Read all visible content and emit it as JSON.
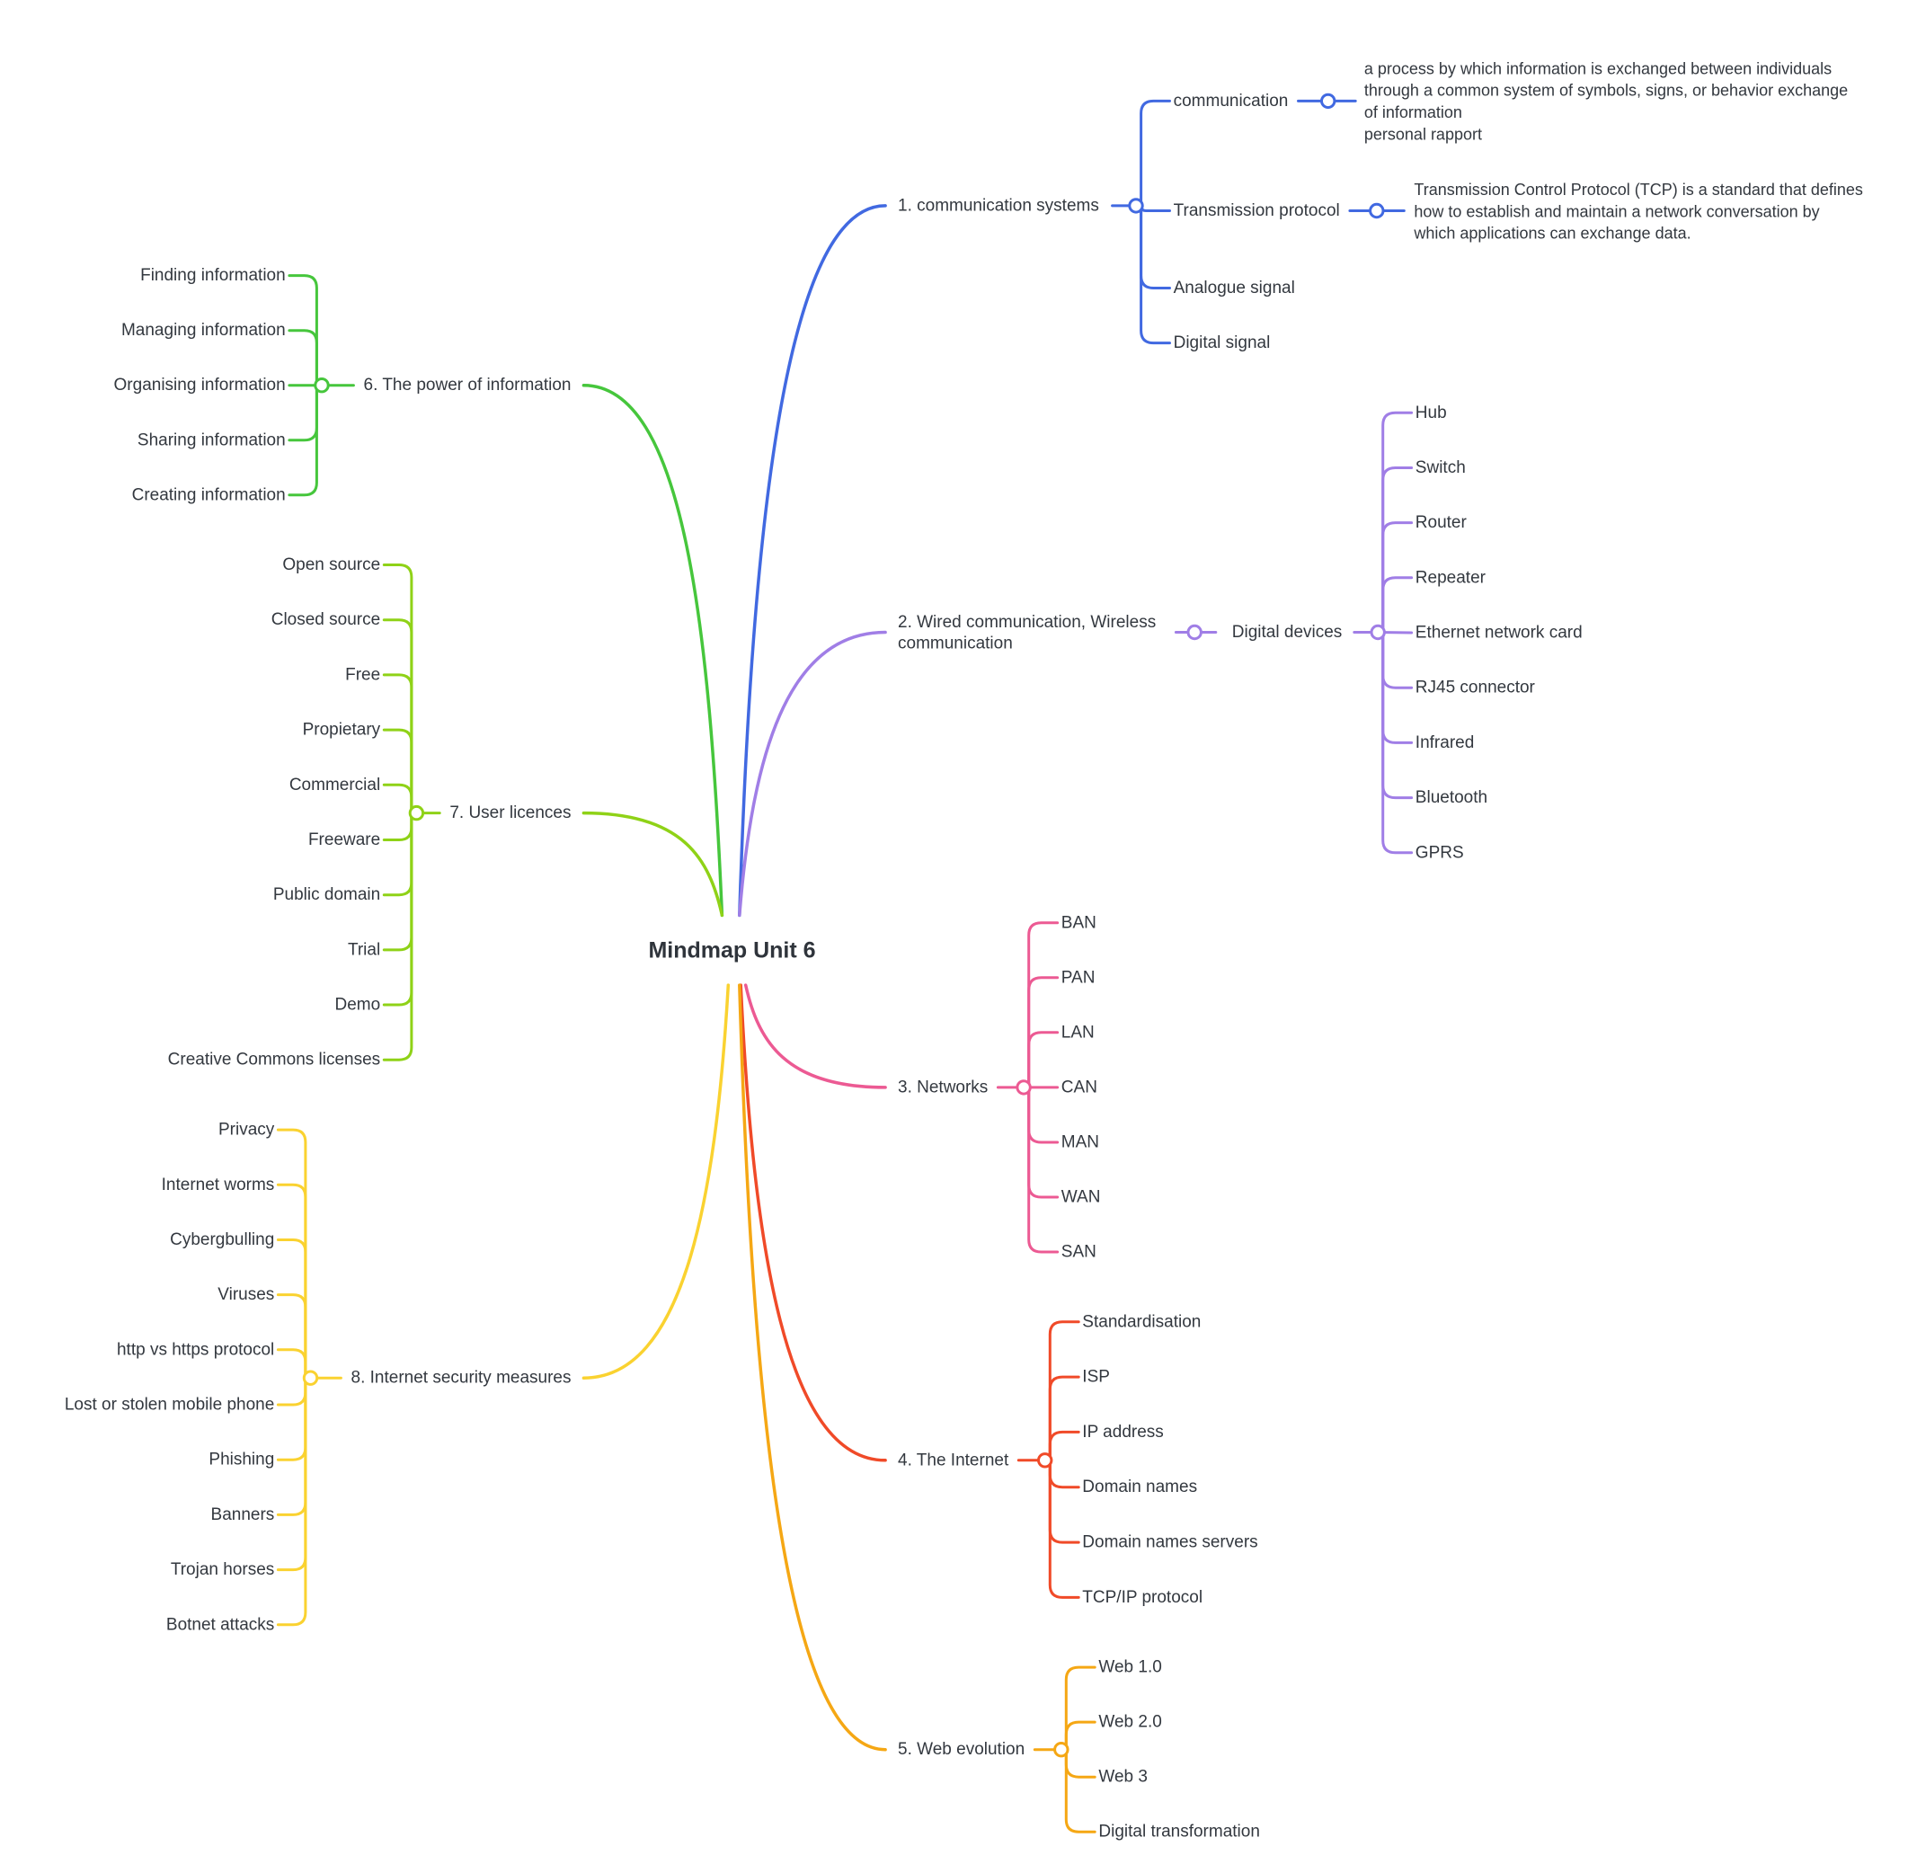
{
  "root": {
    "label": "Mindmap Unit 6"
  },
  "colors": {
    "b1": "#4169e1",
    "b2": "#a07ee6",
    "b3": "#ec5a93",
    "b4": "#f04a28",
    "b5": "#f5a714",
    "b6": "#46c63c",
    "b7": "#8fd217",
    "b8": "#fad230"
  },
  "branches": [
    {
      "id": "b1",
      "label": "1. communication systems",
      "children": [
        {
          "label": "communication",
          "note": [
            "a process by which information is exchanged between individuals",
            "through a common system of symbols, signs, or behavior exchange",
            "of information",
            "personal rapport"
          ]
        },
        {
          "label": "Transmission protocol",
          "note": [
            "Transmission Control Protocol (TCP) is a standard that defines",
            "how to establish and maintain a network conversation by",
            "which applications can exchange data."
          ]
        },
        {
          "label": "Analogue signal"
        },
        {
          "label": "Digital signal"
        }
      ]
    },
    {
      "id": "b2",
      "label": [
        "2. Wired communication, Wireless",
        "communication"
      ],
      "sub": "Digital devices",
      "children": [
        "Hub",
        "Switch",
        "Router",
        "Repeater",
        "Ethernet network card",
        "RJ45 connector",
        "Infrared",
        "Bluetooth",
        "GPRS"
      ]
    },
    {
      "id": "b3",
      "label": "3. Networks",
      "children": [
        "BAN",
        "PAN",
        "LAN",
        "CAN",
        "MAN",
        "WAN",
        "SAN"
      ]
    },
    {
      "id": "b4",
      "label": "4. The Internet",
      "children": [
        "Standardisation",
        "ISP",
        "IP address",
        "Domain names",
        "Domain names servers",
        "TCP/IP protocol"
      ]
    },
    {
      "id": "b5",
      "label": "5. Web evolution",
      "children": [
        "Web 1.0",
        "Web 2.0",
        "Web 3",
        "Digital transformation"
      ]
    },
    {
      "id": "b6",
      "label": "6. The power of information",
      "children": [
        "Finding information",
        "Managing information",
        "Organising information",
        "Sharing information",
        "Creating information"
      ]
    },
    {
      "id": "b7",
      "label": "7. User licences",
      "children": [
        "Open source",
        "Closed source",
        "Free",
        "Propietary",
        "Commercial",
        "Freeware",
        "Public domain",
        "Trial",
        "Demo",
        "Creative Commons licenses"
      ]
    },
    {
      "id": "b8",
      "label": "8. Internet security measures",
      "children": [
        "Privacy",
        "Internet worms",
        "Cybergbulling",
        "Viruses",
        "http vs https protocol",
        "Lost or stolen mobile phone",
        "Phishing",
        "Banners",
        "Trojan horses",
        "Botnet attacks"
      ]
    }
  ]
}
